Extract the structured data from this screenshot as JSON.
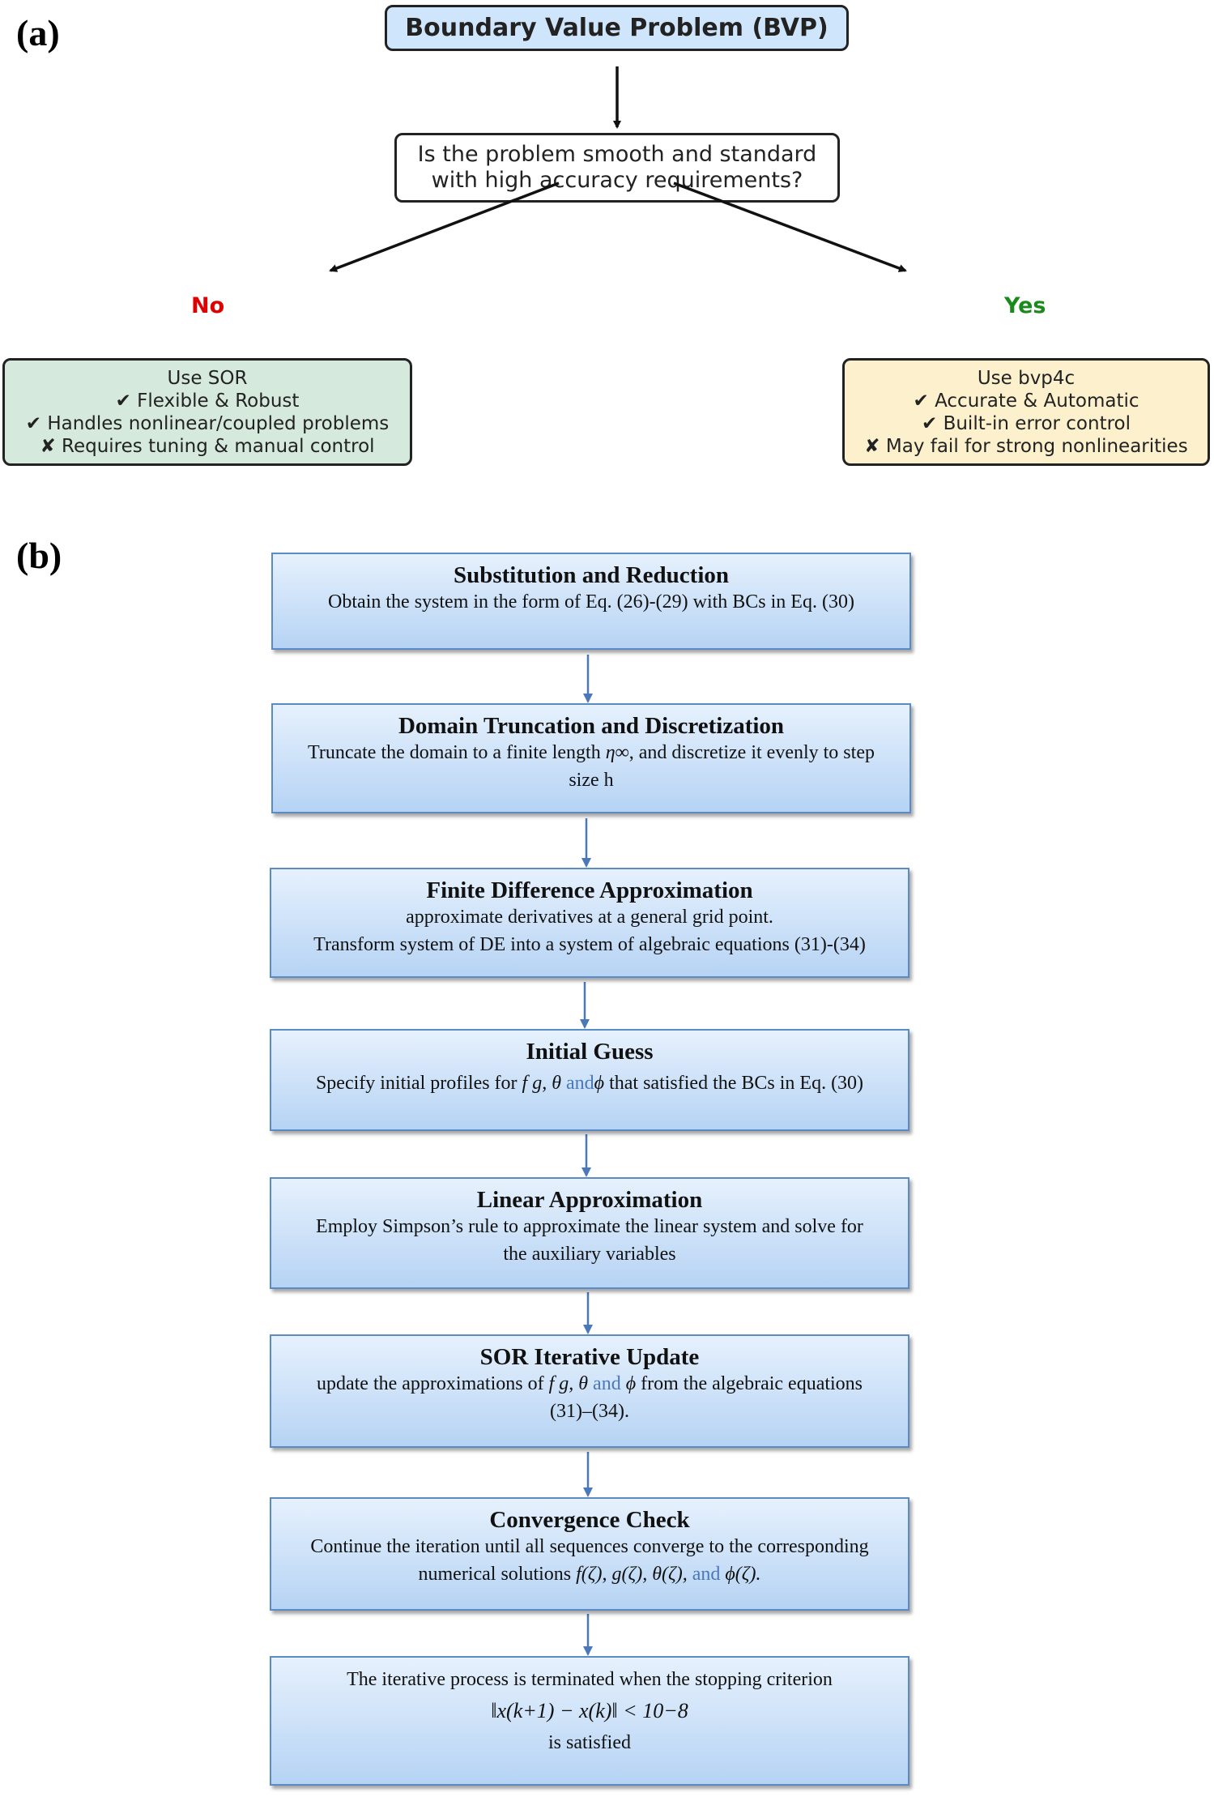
{
  "panel_a": {
    "label": "(a)",
    "root": "Boundary Value Problem (BVP)",
    "question": {
      "line1": "Is the problem smooth and standard",
      "line2": "with high accuracy requirements?"
    },
    "no": {
      "label": "No",
      "title": "Use SOR",
      "items": [
        "✔ Flexible & Robust",
        "✔ Handles nonlinear/coupled problems",
        "✘ Requires tuning & manual control"
      ]
    },
    "yes": {
      "label": "Yes",
      "title": "Use bvp4c",
      "items": [
        "✔ Accurate & Automatic",
        "✔ Built-in error control",
        "✘ May fail for strong nonlinearities"
      ]
    },
    "colors": {
      "root_fill": "#cfe5fb",
      "no_fill": "#d5eadc",
      "yes_fill": "#fdf1cd",
      "no_text": "#e00000",
      "yes_text": "#1a8a1a"
    }
  },
  "panel_b": {
    "label": "(b)",
    "steps": [
      {
        "title": "Substitution and Reduction",
        "text1": "Obtain the system in the form of Eq. (26)-(29) with BCs in Eq. (30)"
      },
      {
        "title": "Domain Truncation and Discretization",
        "text1_pre": "Truncate the domain to a finite length ",
        "eta": "η∞",
        "text1_post": ", and discretize it evenly to step",
        "text2": "size h"
      },
      {
        "title": "Finite Difference Approximation",
        "text1": "approximate derivatives at a general grid point.",
        "text2": "Transform system of DE into a system of algebraic equations (31)-(34)"
      },
      {
        "title": "Initial Guess",
        "text1_pre": "Specify initial profiles for ",
        "vars": "f  g, θ",
        "and": "and",
        "phi": "ϕ",
        "text1_post": " that satisfied the BCs in Eq. (30)"
      },
      {
        "title": "Linear Approximation",
        "text1": "Employ Simpson’s rule to approximate the linear system and solve for",
        "text2": "the auxiliary variables"
      },
      {
        "title": "SOR Iterative Update",
        "text1_pre": "update the approximations of ",
        "vars": "f  g, θ",
        "and": "and",
        "phi": "ϕ",
        "text1_post": " from the algebraic equations",
        "text2": "(31)–(34)."
      },
      {
        "title": "Convergence Check",
        "text1": "Continue the iteration until all sequences converge to the corresponding",
        "text2_pre": "numerical solutions ",
        "funcs": "f(ζ), g(ζ), θ(ζ),",
        "and": "and",
        "phi_func": "ϕ(ζ)."
      },
      {
        "text1": "The iterative process is terminated when the stopping criterion",
        "criterion": "‖x(k+1) − x(k)‖ < 10−8",
        "text2": "is satisfied"
      }
    ]
  }
}
